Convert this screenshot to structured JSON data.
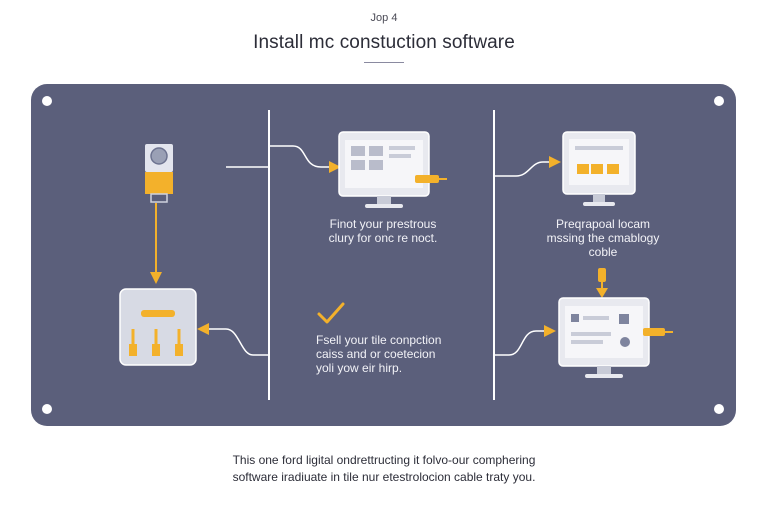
{
  "header": {
    "step_label": "Jop 4",
    "title": "Install mc constuction software"
  },
  "panel": {
    "caption_top_middle": [
      "Finot your prestrous",
      "clury for onc re noct."
    ],
    "caption_top_right": [
      "Preqrapoal locam",
      "mssing the cmablogy",
      "coble"
    ],
    "caption_bottom_middle": [
      "Fsell your tile conpction",
      "caiss and or coetecion",
      "yoli yow eir hirp."
    ]
  },
  "footer": {
    "line1": "This one ford ligital ondrettructing it folvo-our comphering",
    "line2": "software iradiuate in tile nur etestrolocion cable traty you."
  },
  "colors": {
    "panel": "#5b5f7b",
    "accent": "#f3b12b",
    "line": "#ffffff",
    "device": "#e8e9ef"
  },
  "icons": [
    "usb-dongle-icon",
    "monitor-icon",
    "cable-plug-icon",
    "router-icon",
    "checkmark-icon",
    "monitor-settings-icon"
  ]
}
